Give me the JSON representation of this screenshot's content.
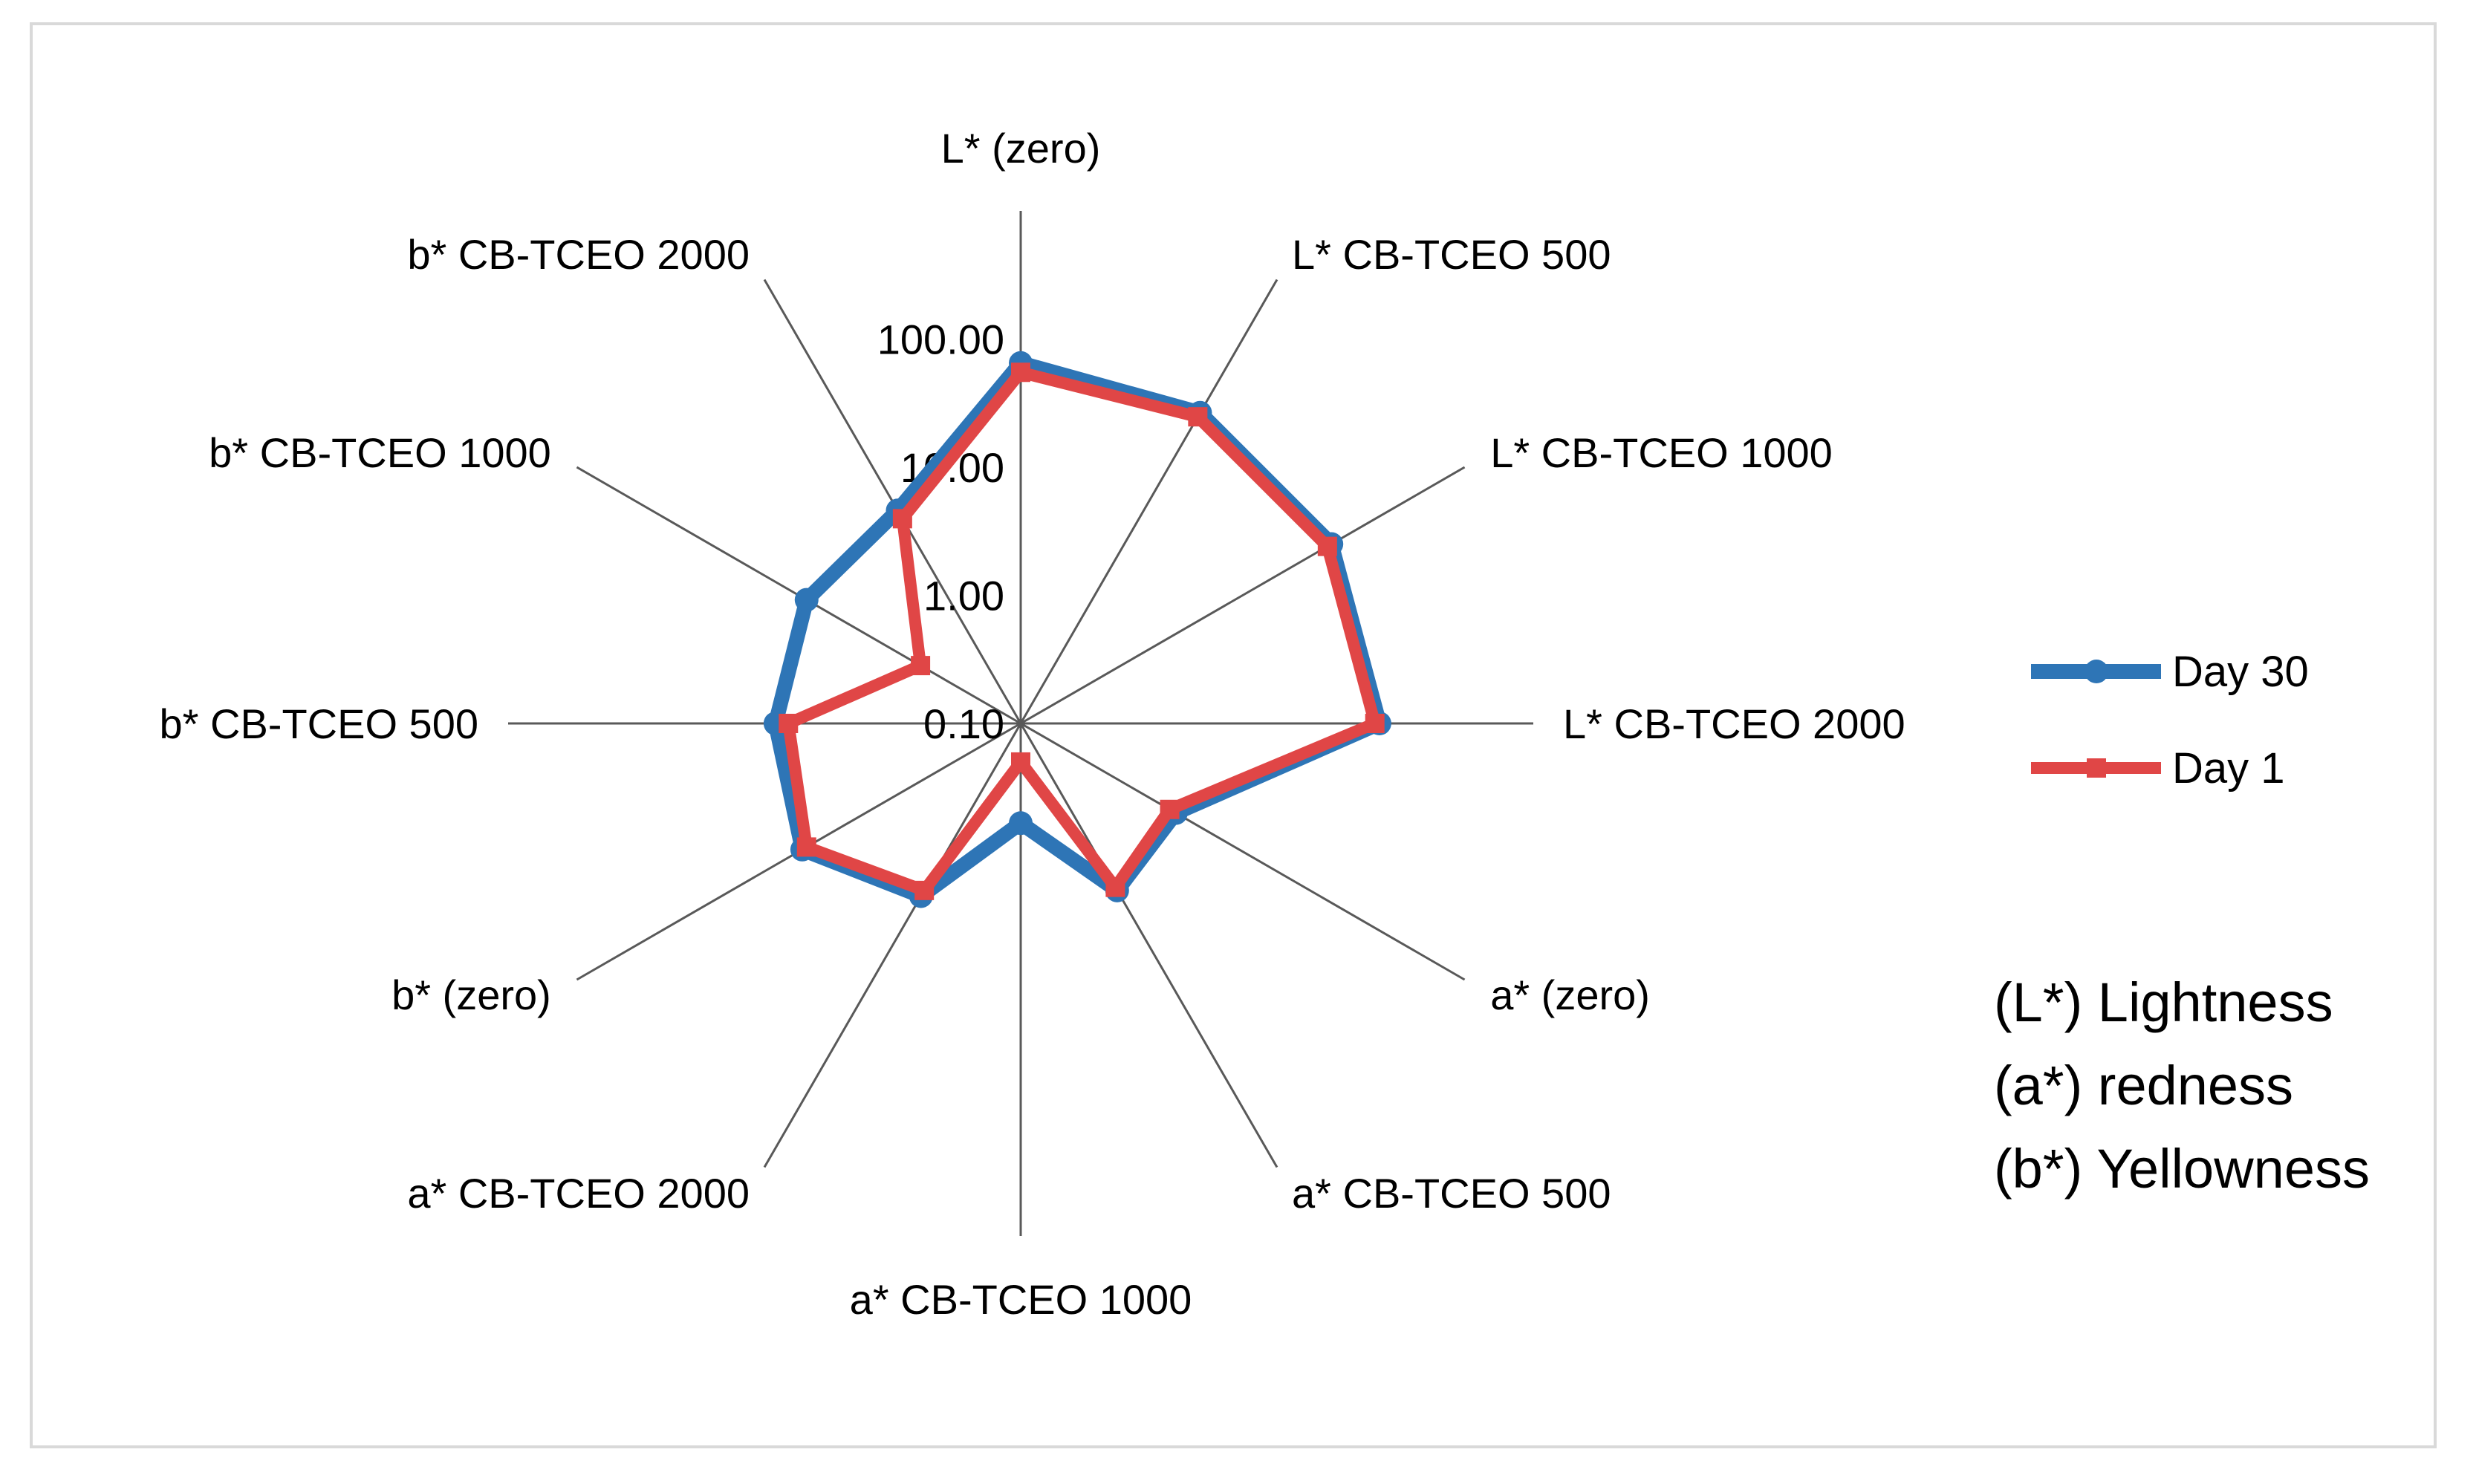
{
  "chart_data": {
    "type": "radar",
    "scale": "log",
    "tick_labels": [
      "0.10",
      "1.00",
      "10.00",
      "100.00"
    ],
    "rlim": [
      0.1,
      1000
    ],
    "categories": [
      "L* (zero)",
      "L* CB-TCEO 500",
      "L* CB-TCEO 1000",
      "L* CB-TCEO 2000",
      "a* (zero)",
      "a* CB-TCEO 500",
      "a* CB-TCEO 1000",
      "a* CB-TCEO 2000",
      "b* (zero)",
      "b* CB-TCEO 500",
      "b* CB-TCEO 1000",
      "b* CB-TCEO 2000"
    ],
    "series": [
      {
        "name": "Day 30",
        "color": "#2e75b6",
        "marker": "circle",
        "values": [
          65.0,
          63.0,
          63.0,
          63.0,
          2.5,
          3.2,
          0.6,
          3.6,
          9.3,
          8.2,
          8.5,
          8.3
        ]
      },
      {
        "name": "Day 1",
        "color": "#e04646",
        "marker": "square",
        "values": [
          55.0,
          58.0,
          58.0,
          58.0,
          2.2,
          3.0,
          0.2,
          3.2,
          8.5,
          6.5,
          0.8,
          7.0
        ]
      }
    ],
    "legend_position": "right",
    "grid": false
  },
  "notes": [
    "(L*) Lightness",
    "(a*) redness",
    "(b*) Yellowness"
  ]
}
